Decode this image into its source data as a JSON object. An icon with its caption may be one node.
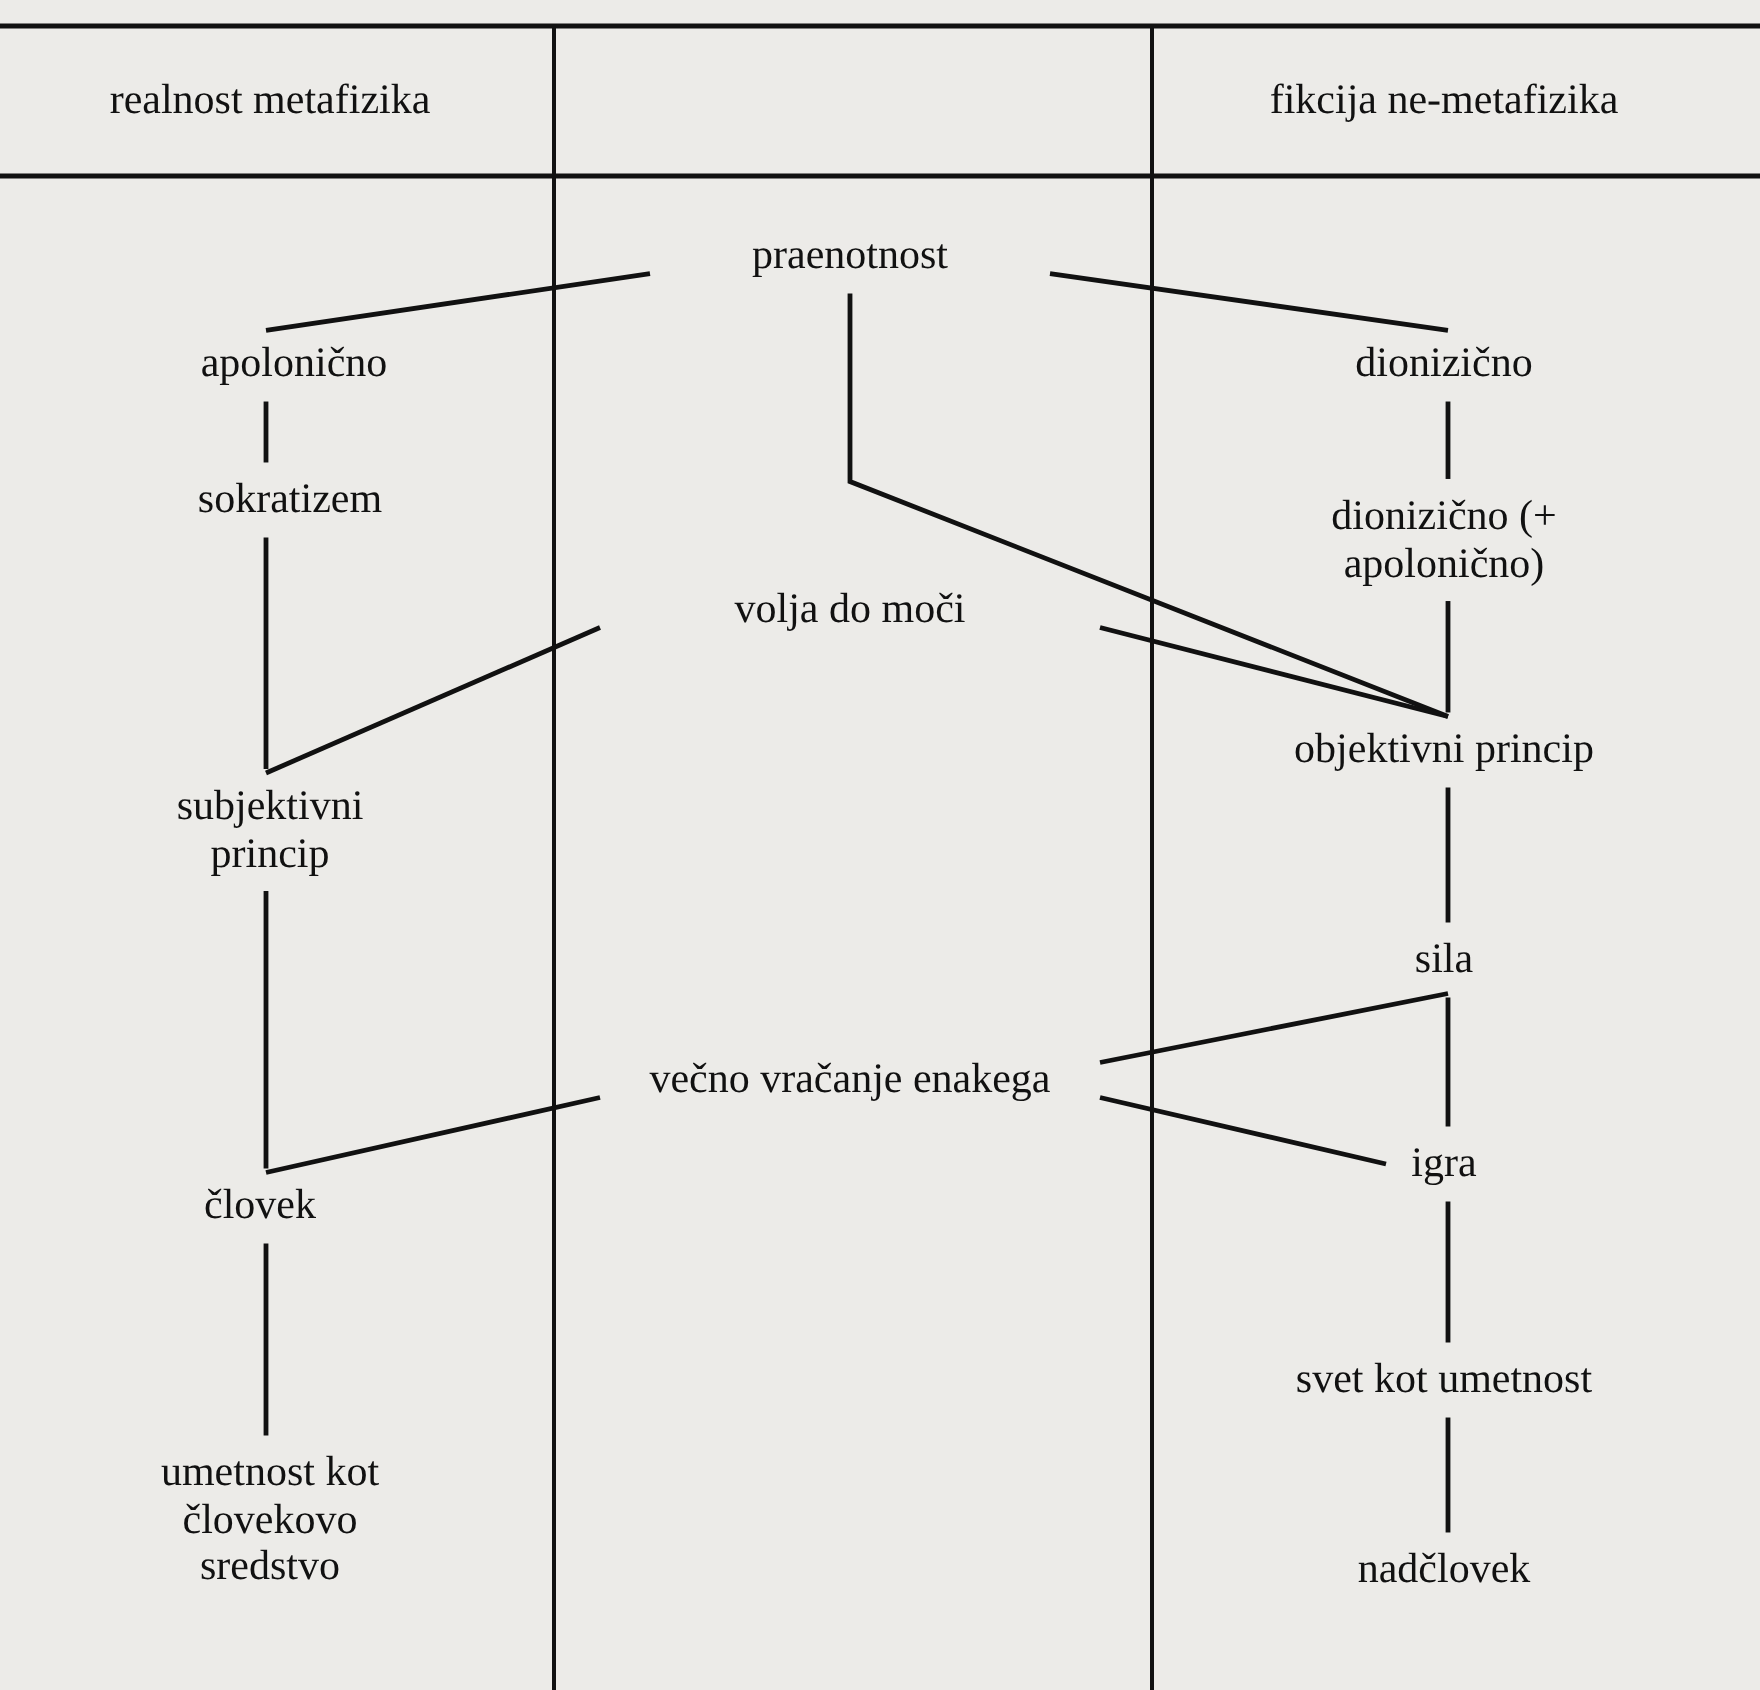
{
  "diagram": {
    "nodes": [
      {
        "text": [
          "praenotnost"
        ]
      },
      {
        "text": [
          "apolonično"
        ]
      },
      {
        "text": [
          "dionizično"
        ]
      },
      {
        "text": [
          "sokratizem"
        ]
      },
      {
        "text": [
          "dionizično (+ apolonično)"
        ]
      },
      {
        "text": [
          "volja do moči"
        ]
      },
      {
        "text": [
          "objektivni princip"
        ]
      },
      {
        "text": [
          "subjektivni princip"
        ]
      },
      {
        "text": [
          "sila"
        ]
      },
      {
        "text": [
          "večno vračanje enakega"
        ]
      },
      {
        "text": [
          "igra"
        ]
      },
      {
        "text": [
          "človek"
        ]
      },
      {
        "text": [
          "svet kot umetnost"
        ]
      },
      {
        "text": [
          "umetnost kot človekovo sredstvo"
        ]
      },
      {
        "text": [
          "nadčlovek"
        ]
      }
    ],
    "edges": [
      {
        "from": 0,
        "to": 1,
        "arrow": "none"
      },
      {
        "from": 0,
        "to": 2,
        "arrow": "none"
      },
      {
        "from": 0,
        "to": 6,
        "arrow": "none"
      },
      {
        "from": 1,
        "to": 3,
        "arrow": "none"
      },
      {
        "from": 2,
        "to": 4,
        "arrow": "none"
      },
      {
        "from": 3,
        "to": 7,
        "arrow": "none"
      },
      {
        "from": 5,
        "to": 7,
        "arrow": "none"
      },
      {
        "from": 4,
        "to": 6,
        "arrow": "none"
      },
      {
        "from": 5,
        "to": 6,
        "arrow": "none"
      },
      {
        "from": 6,
        "to": 8,
        "arrow": "none"
      },
      {
        "from": 7,
        "to": 11,
        "arrow": "none"
      },
      {
        "from": 9,
        "to": 11,
        "arrow": "none"
      },
      {
        "from": 8,
        "to": 10,
        "arrow": "none"
      },
      {
        "from": 9,
        "to": 8,
        "arrow": "none"
      },
      {
        "from": 9,
        "to": 10,
        "arrow": "none"
      },
      {
        "from": 11,
        "to": 13,
        "arrow": "none"
      },
      {
        "from": 10,
        "to": 12,
        "arrow": "none"
      },
      {
        "from": 12,
        "to": 14,
        "arrow": "none"
      }
    ],
    "labels": [
      "realnost metafizika",
      "fikcija ne-metafizika"
    ]
  }
}
